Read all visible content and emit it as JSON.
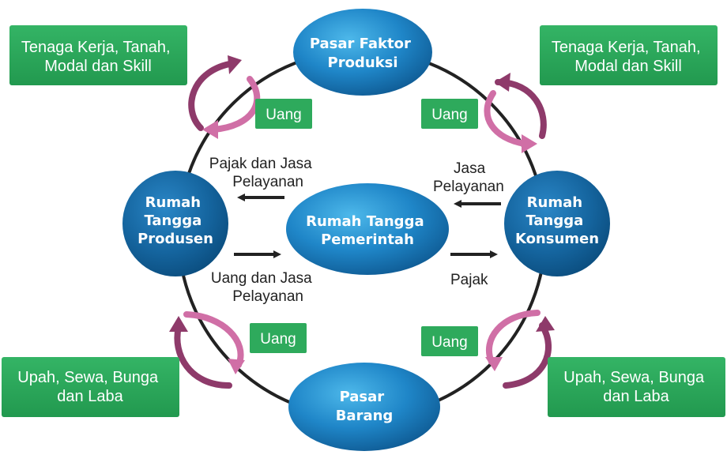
{
  "nodes": {
    "pasar_faktor": [
      "Pasar Faktor",
      "Produksi"
    ],
    "produsen": [
      "Rumah",
      "Tangga",
      "Produsen"
    ],
    "pemerintah": [
      "Rumah Tangga",
      "Pemerintah"
    ],
    "konsumen": [
      "Rumah",
      "Tangga",
      "Konsumen"
    ],
    "pasar_barang": [
      "Pasar",
      "Barang"
    ]
  },
  "boxes": {
    "top_left": [
      "Tenaga Kerja, Tanah,",
      "Modal dan Skill"
    ],
    "top_right": [
      "Tenaga Kerja, Tanah,",
      "Modal dan Skill"
    ],
    "bottom_left": [
      "Upah, Sewa, Bunga",
      "dan Laba"
    ],
    "bottom_right": [
      "Upah, Sewa, Bunga",
      "dan Laba"
    ]
  },
  "uang": {
    "top_left": "Uang",
    "top_right": "Uang",
    "bottom_left": "Uang",
    "bottom_right": "Uang"
  },
  "flows": {
    "pajak_jasa": [
      "Pajak dan Jasa",
      "Pelayanan"
    ],
    "jasa": [
      "Jasa",
      "Pelayanan"
    ],
    "uang_jasa": [
      "Uang dan Jasa",
      "Pelayanan"
    ],
    "pajak": [
      "Pajak"
    ]
  },
  "colors": {
    "box_green": "#2eaa5c",
    "node_blue_light": "#35a6de",
    "node_blue_dark": "#0f5b94",
    "arrow_dark": "#8e3a6a",
    "arrow_light": "#d06fa6",
    "circle": "#222222"
  }
}
